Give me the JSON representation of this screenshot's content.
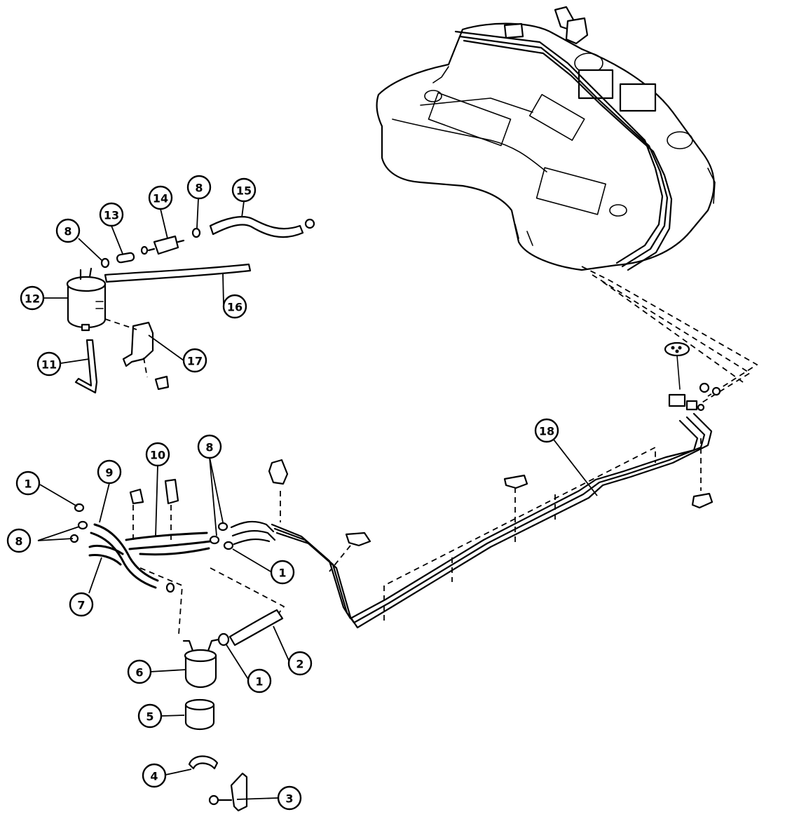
{
  "callouts": [
    {
      "id": "c1a",
      "label": "1"
    },
    {
      "id": "c1b",
      "label": "1"
    },
    {
      "id": "c1c",
      "label": "1"
    },
    {
      "id": "c2",
      "label": "2"
    },
    {
      "id": "c3",
      "label": "3"
    },
    {
      "id": "c4",
      "label": "4"
    },
    {
      "id": "c5",
      "label": "5"
    },
    {
      "id": "c6",
      "label": "6"
    },
    {
      "id": "c7",
      "label": "7"
    },
    {
      "id": "c8a",
      "label": "8"
    },
    {
      "id": "c8b",
      "label": "8"
    },
    {
      "id": "c8c",
      "label": "8"
    },
    {
      "id": "c8d",
      "label": "8"
    },
    {
      "id": "c9",
      "label": "9"
    },
    {
      "id": "c10",
      "label": "10"
    },
    {
      "id": "c11",
      "label": "11"
    },
    {
      "id": "c12",
      "label": "12"
    },
    {
      "id": "c13",
      "label": "13"
    },
    {
      "id": "c14",
      "label": "14"
    },
    {
      "id": "c15",
      "label": "15"
    },
    {
      "id": "c16",
      "label": "16"
    },
    {
      "id": "c17",
      "label": "17"
    },
    {
      "id": "c18",
      "label": "18"
    }
  ]
}
